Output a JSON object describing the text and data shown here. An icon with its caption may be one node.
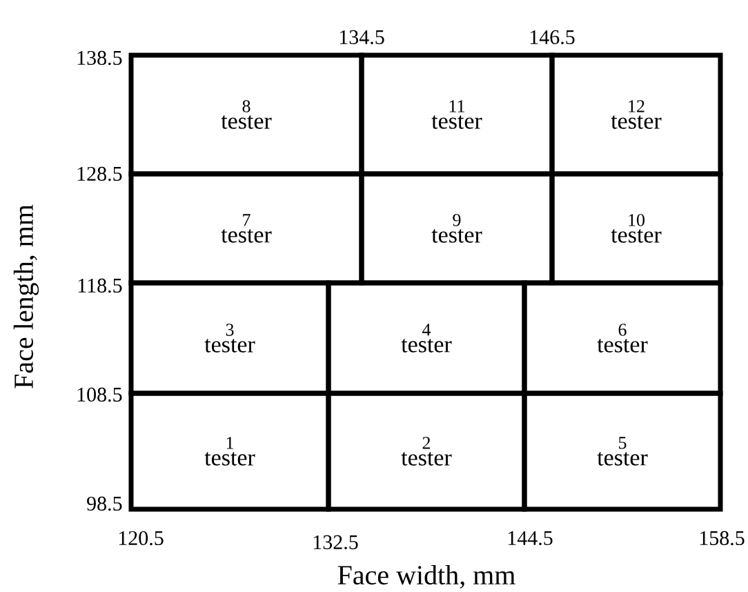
{
  "diagram": {
    "nodes": [
      {
        "text": [
          "8",
          "tester"
        ]
      },
      {
        "text": [
          "11",
          "tester"
        ]
      },
      {
        "text": [
          "12",
          "tester"
        ]
      },
      {
        "text": [
          "7",
          "tester"
        ]
      },
      {
        "text": [
          "9",
          "tester"
        ]
      },
      {
        "text": [
          "10",
          "tester"
        ]
      },
      {
        "text": [
          "3",
          "tester"
        ]
      },
      {
        "text": [
          "4",
          "tester"
        ]
      },
      {
        "text": [
          "6",
          "tester"
        ]
      },
      {
        "text": [
          "1",
          "tester"
        ]
      },
      {
        "text": [
          "2",
          "tester"
        ]
      },
      {
        "text": [
          "5",
          "tester"
        ]
      }
    ],
    "edges": [],
    "labels": [
      "134.5",
      "146.5",
      "138.5",
      "128.5",
      "118.5",
      "108.5",
      "98.5",
      "Face length, mm",
      "120.5",
      "132.5",
      "144.5",
      "158.5",
      "Face width, mm"
    ]
  }
}
